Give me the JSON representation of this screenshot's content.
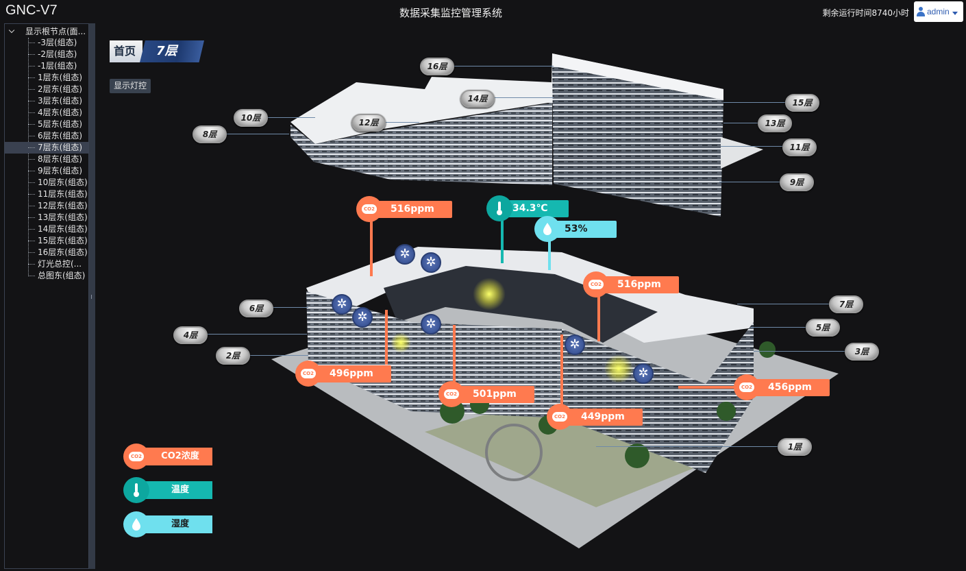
{
  "header": {
    "app_title": "GNC-V7",
    "system_title": "数据采集监控管理系统",
    "runtime": "剩余运行时间8740小时",
    "user": "admin"
  },
  "sidebar": {
    "root_label": "显示根节点(面...",
    "items": [
      {
        "label": "-3层(组态)"
      },
      {
        "label": "-2层(组态)"
      },
      {
        "label": "-1层(组态)"
      },
      {
        "label": "1层东(组态)"
      },
      {
        "label": "2层东(组态)"
      },
      {
        "label": "3层东(组态)"
      },
      {
        "label": "4层东(组态)"
      },
      {
        "label": "5层东(组态)"
      },
      {
        "label": "6层东(组态)"
      },
      {
        "label": "7层东(组态)",
        "selected": true
      },
      {
        "label": "8层东(组态)"
      },
      {
        "label": "9层东(组态)"
      },
      {
        "label": "10层东(组态)"
      },
      {
        "label": "11层东(组态)"
      },
      {
        "label": "12层东(组态)"
      },
      {
        "label": "13层东(组态)"
      },
      {
        "label": "14层东(组态)"
      },
      {
        "label": "15层东(组态)"
      },
      {
        "label": "16层东(组态)"
      },
      {
        "label": "灯光总控(..."
      },
      {
        "label": "总图东(组态)"
      }
    ]
  },
  "breadcrumb": {
    "home": "首页",
    "current": "7层"
  },
  "light_toggle": "显示灯控",
  "floor_badges": {
    "f16": "16层",
    "f14": "14层",
    "f15": "15层",
    "f13": "13层",
    "f11": "11层",
    "f10": "10层",
    "f12": "12层",
    "f8": "8层",
    "f9": "9层",
    "f6": "6层",
    "f7": "7层",
    "f5": "5层",
    "f4": "4层",
    "f3": "3层",
    "f2": "2层",
    "f1": "1层"
  },
  "sensors": {
    "co2_top": "516ppm",
    "temp_top": "34.3℃",
    "humid_top": "53%",
    "co2_right": "516ppm",
    "co2_left": "496ppm",
    "co2_center": "501ppm",
    "co2_bottom": "449ppm",
    "co2_far_right": "456ppm",
    "co2_icon": "CO2"
  },
  "legend": {
    "co2": "CO2浓度",
    "temp": "温度",
    "humid": "湿度"
  },
  "colors": {
    "co2": "#ff7a4f",
    "temp": "#15b8b0",
    "humid": "#6fe0ee",
    "background": "#131315"
  }
}
